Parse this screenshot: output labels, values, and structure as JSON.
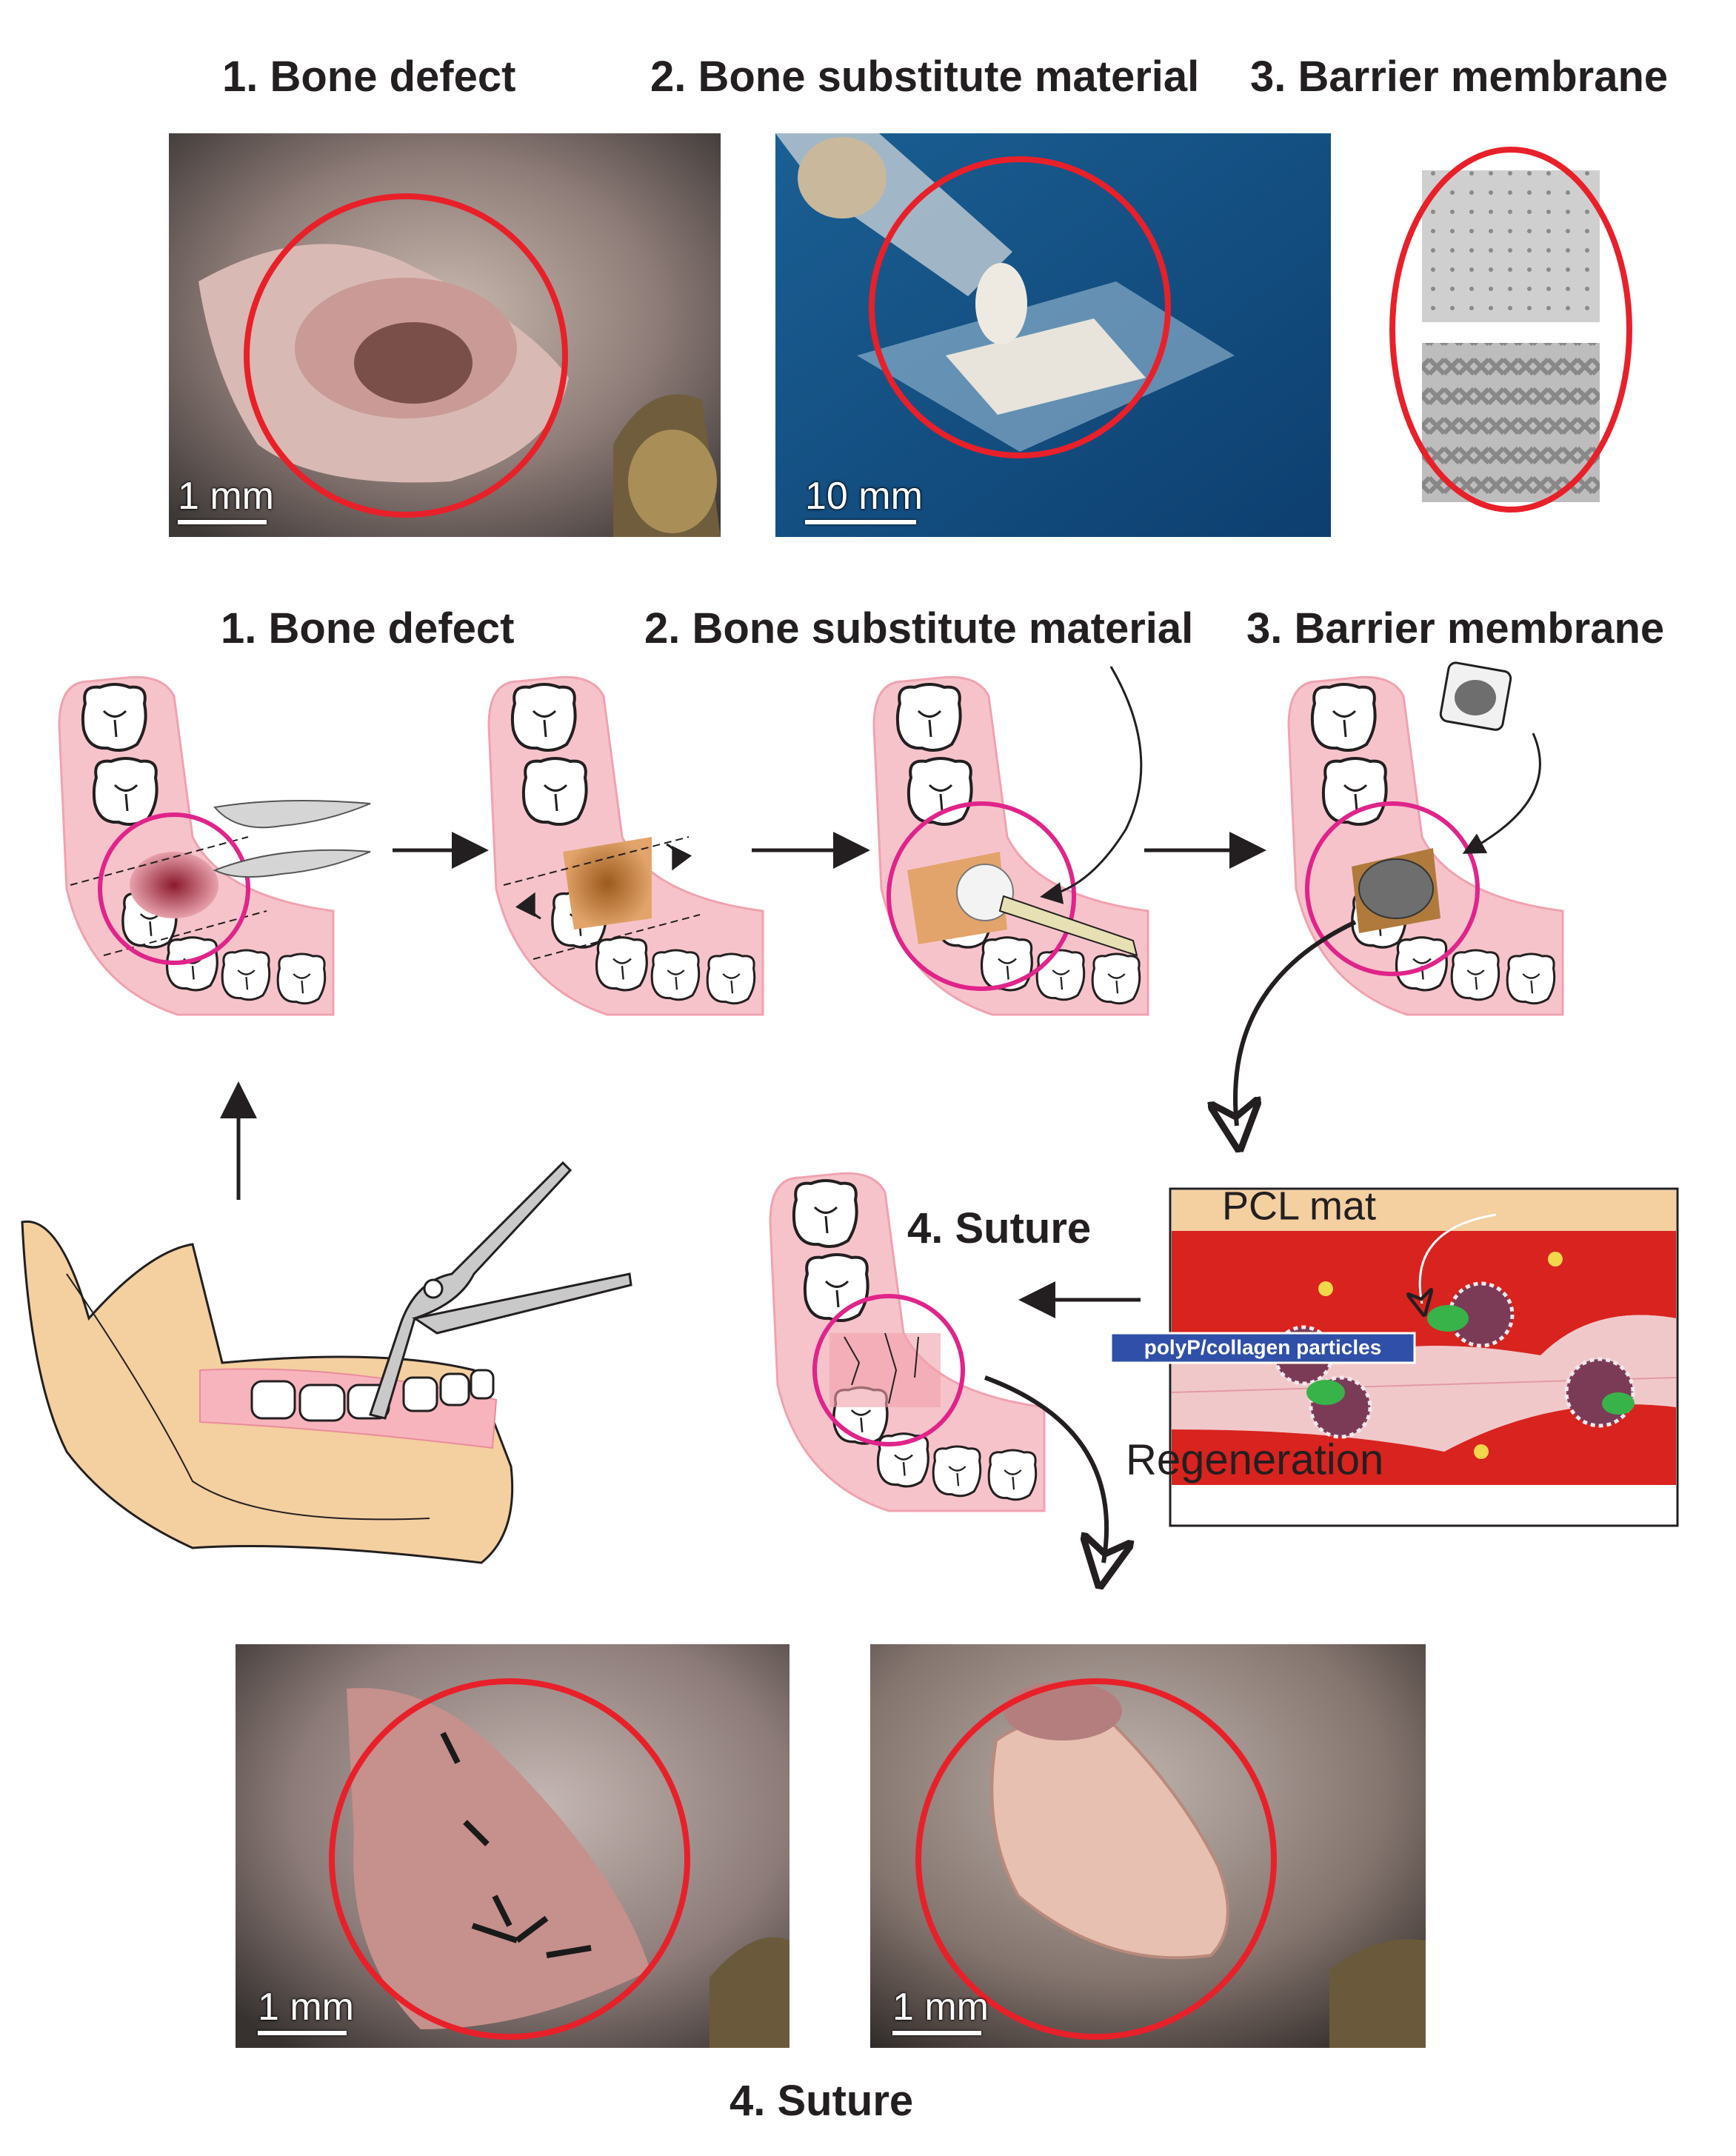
{
  "top_labels": {
    "bone_defect": "1. Bone defect",
    "bone_substitute": "2. Bone substitute material",
    "barrier_membrane": "3. Barrier membrane"
  },
  "middle_labels": {
    "bone_defect": "1. Bone defect",
    "bone_substitute": "2. Bone substitute material",
    "barrier_membrane": "3. Barrier membrane",
    "suture": "4. Suture"
  },
  "scale_bars": {
    "photo1": "1 mm",
    "photo2": "10 mm",
    "photo_bottom_left": "1 mm",
    "photo_bottom_right": "1 mm"
  },
  "inset": {
    "pcl_mat": "PCL mat",
    "particles": "polyP/collagen particles",
    "regeneration": "Regeneration"
  },
  "bottom_label": "4. Suture",
  "colors": {
    "highlight_circle": "#e8202a",
    "magenta_circle": "#e0248a",
    "gum_pink": "#f7c3cb",
    "jaw_bone": "#f4cfa0",
    "blood_red": "#d8231f",
    "particles_label_bg": "#2f4fa8"
  }
}
